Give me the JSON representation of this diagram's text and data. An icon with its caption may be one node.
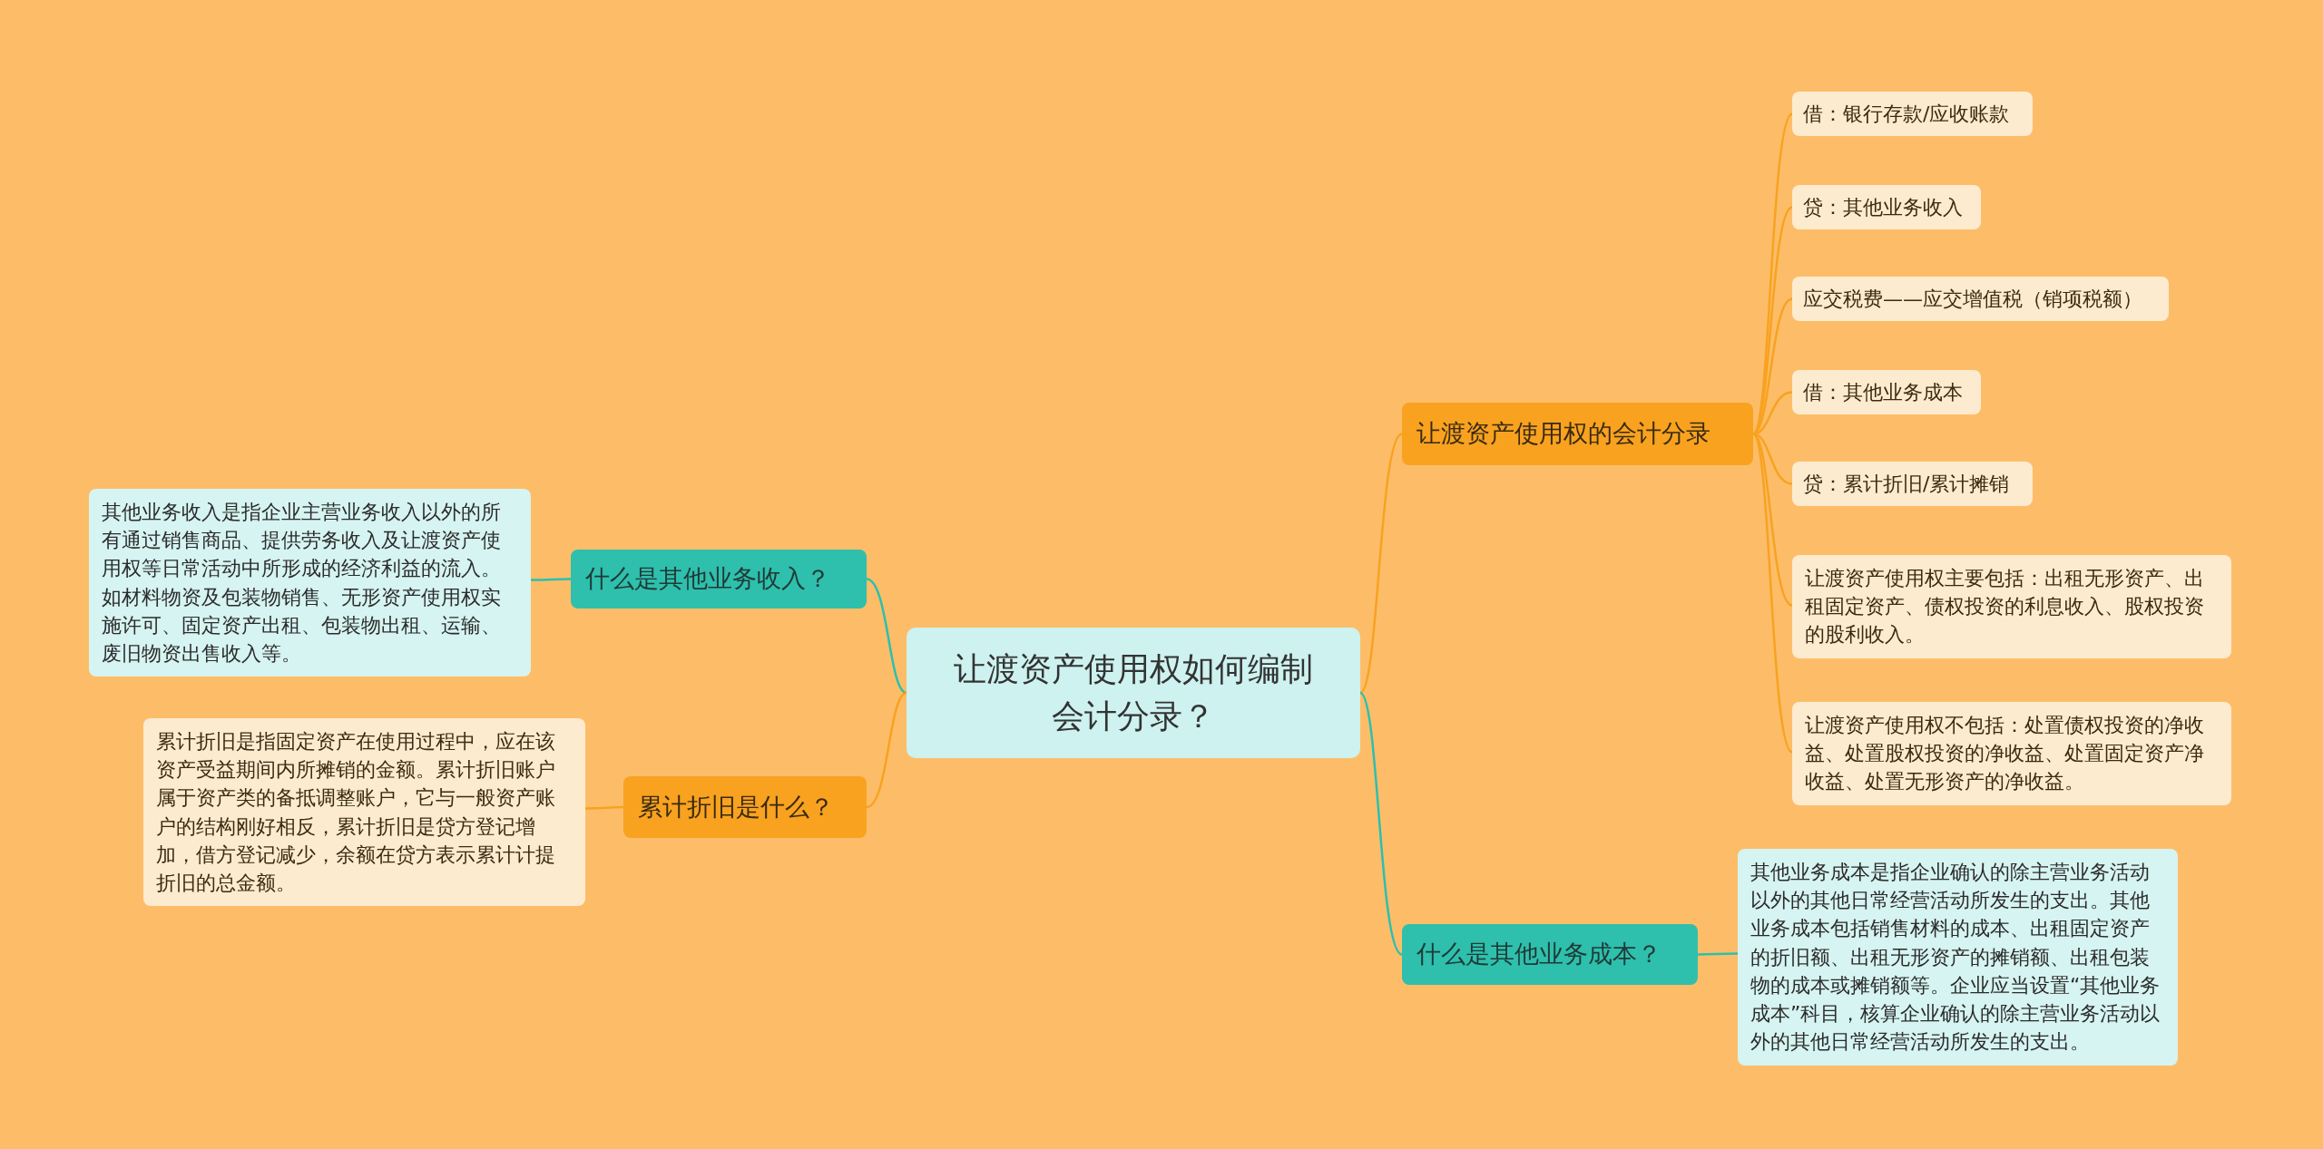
{
  "diagram": {
    "nodes": [
      {
        "text": [
          "让渡资产使用权如何编制会计分录？"
        ]
      },
      {
        "text": [
          "什么是其他业务收入？"
        ]
      },
      {
        "text": [
          "其他业务收入是指企业主营业务收入以外的所有通过销售商品、提供劳务收入及让渡资产使用权等日常活动中所形成的经济利益的流入。如材料物资及包装物销售、无形资产使用权实施许可、固定资产出租、包装物出租、运输、废旧物资出售收入等。"
        ]
      },
      {
        "text": [
          "累计折旧是什么？"
        ]
      },
      {
        "text": [
          "累计折旧是指固定资产在使用过程中，应在该资产受益期间内所摊销的金额。累计折旧账户属于资产类的备抵调整账户，它与一般资产账户的结构刚好相反，累计折旧是贷方登记增加，借方登记减少，余额在贷方表示累计计提折旧的总金额。"
        ]
      },
      {
        "text": [
          "让渡资产使用权的会计分录"
        ]
      },
      {
        "text": [
          "借：银行存款/应收账款"
        ]
      },
      {
        "text": [
          "贷：其他业务收入"
        ]
      },
      {
        "text": [
          "应交税费——应交增值税（销项税额）"
        ]
      },
      {
        "text": [
          "借：其他业务成本"
        ]
      },
      {
        "text": [
          "贷：累计折旧/累计摊销"
        ]
      },
      {
        "text": [
          "让渡资产使用权主要包括：出租无形资产、出租固定资产、债权投资的利息收入、股权投资的股利收入。"
        ]
      },
      {
        "text": [
          "让渡资产使用权不包括：处置债权投资的净收益、处置股权投资的净收益、处置固定资产净收益、处置无形资产的净收益。"
        ]
      },
      {
        "text": [
          "什么是其他业务成本？"
        ]
      },
      {
        "text": [
          "其他业务成本是指企业确认的除主营业务活动以外的其他日常经营活动所发生的支出。其他业务成本包括销售材料的成本、出租固定资产的折旧额、出租无形资产的摊销额、出租包装物的成本或摊销额等。企业应当设置“其他业务成本”科目，核算企业确认的除主营业务活动以外的其他日常经营活动所发生的支出。"
        ]
      }
    ],
    "edges": [
      {
        "from": 0,
        "to": 1,
        "arrow": "none",
        "color": "#2dbfae"
      },
      {
        "from": 1,
        "to": 2,
        "arrow": "none",
        "color": "#2dbfae"
      },
      {
        "from": 0,
        "to": 3,
        "arrow": "none"
      },
      {
        "from": 3,
        "to": 4,
        "arrow": "none"
      },
      {
        "from": 0,
        "to": 5,
        "arrow": "none"
      },
      {
        "from": 5,
        "to": 6,
        "arrow": "none"
      },
      {
        "from": 5,
        "to": 7,
        "arrow": "none"
      },
      {
        "from": 5,
        "to": 8,
        "arrow": "none"
      },
      {
        "from": 5,
        "to": 9,
        "arrow": "none"
      },
      {
        "from": 5,
        "to": 10,
        "arrow": "none"
      },
      {
        "from": 5,
        "to": 11,
        "arrow": "none"
      },
      {
        "from": 5,
        "to": 12,
        "arrow": "none"
      },
      {
        "from": 0,
        "to": 13,
        "arrow": "none",
        "color": "#2dbfae"
      },
      {
        "from": 13,
        "to": 14,
        "arrow": "none",
        "color": "#2dbfae"
      }
    ]
  }
}
